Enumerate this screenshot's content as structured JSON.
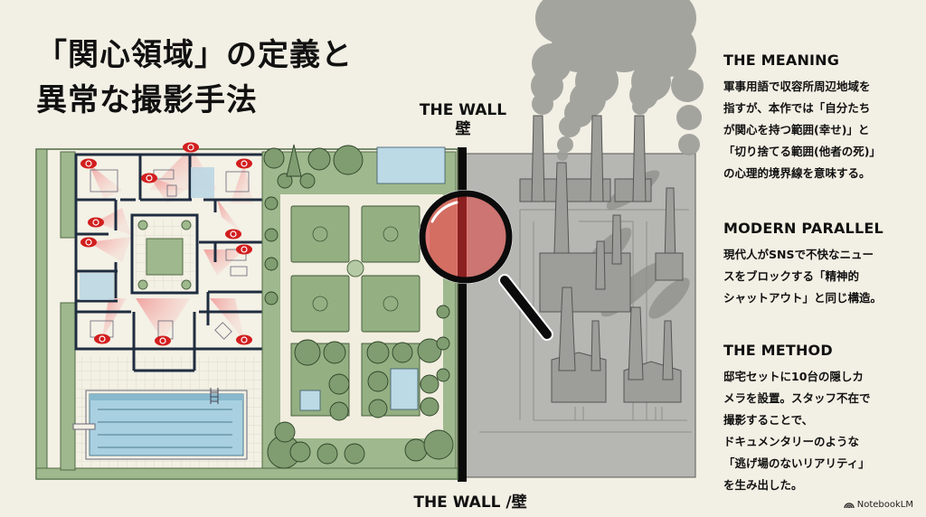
{
  "title": {
    "line1": "「関心領域」の定義と",
    "line2": "異常な撮影手法"
  },
  "diagram": {
    "wall_label_top": "THE WALL",
    "wall_label_top_jp": "壁",
    "wall_label_bottom": "THE WALL /壁",
    "left_side": "villa-floorplan-with-hidden-cameras-garden-pool",
    "right_side": "camp-with-smoking-chimneys",
    "camera_count": 10,
    "colors": {
      "background": "#f2efe4",
      "garden_green": "#9fb88d",
      "wall_dark": "#1f2d40",
      "camera_red": "#d21e1e",
      "camp_gray": "#b4b4b0",
      "smoke_gray": "#9c9c98",
      "pool_blue": "#a8d0e0"
    }
  },
  "sections": [
    {
      "heading": "THE MEANING",
      "lines": [
        "軍事用語で収容所周辺地域を",
        "指すが、本作では「自分たち",
        "が関心を持つ範囲(幸せ)」と",
        "「切り捨てる範囲(他者の死)」",
        "の心理的境界線を意味する。"
      ]
    },
    {
      "heading": "MODERN PARALLEL",
      "lines": [
        "現代人がSNSで不快なニュー",
        "スをブロックする「精神的",
        "シャットアウト」と同じ構造。"
      ]
    },
    {
      "heading": "THE METHOD",
      "lines": [
        "邸宅セットに10台の隠しカ",
        "メラを設置。スタッフ不在で",
        "撮影することで、",
        "ドキュメンタリーのような",
        "「逃げ場のないリアリティ」",
        "を生み出した。"
      ]
    }
  ],
  "brand": {
    "icon": "notebooklm-logo-icon",
    "label": "NotebookLM"
  }
}
